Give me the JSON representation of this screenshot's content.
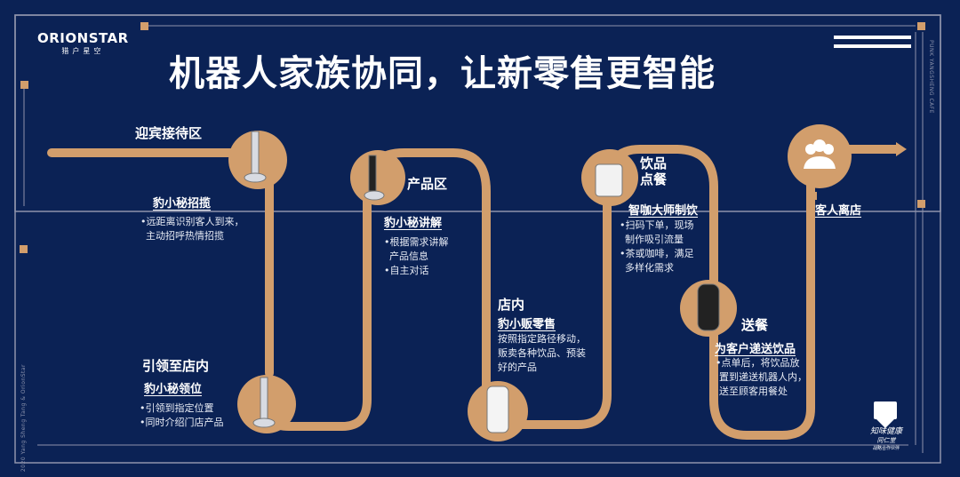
{
  "logo": {
    "brand": "ORIONSTAR",
    "cn": "猎户星空"
  },
  "title": "机器人家族协同，让新零售更智能",
  "side_text_right": "PUNK YANGSHENG CAFE",
  "side_text_left": "2020 Yang Sheng Tang & OrionStar",
  "partner_logo": {
    "name": "知味健康",
    "sub": "同仁堂",
    "caption": "战略合作伙伴"
  },
  "colors": {
    "background": "#0b2255",
    "accent": "#d29e6c"
  },
  "stages": [
    {
      "title": "迎宾接待区",
      "robot": "豹小秘招揽",
      "points": [
        "•远距离识别客人到来，",
        "主动招呼热情招揽"
      ]
    },
    {
      "title": "引领至店内",
      "robot": "豹小秘领位",
      "points": [
        "•引领到指定位置",
        "•同时介绍门店产品"
      ]
    },
    {
      "title": "产品区",
      "robot": "豹小秘讲解",
      "points": [
        "•根据需求讲解",
        "产品信息",
        "•自主对话"
      ]
    },
    {
      "title": "店内",
      "robot": "豹小贩零售",
      "points": [
        "按照指定路径移动，",
        "贩卖各种饮品、预装",
        "好的产品"
      ]
    },
    {
      "title": "饮品\n点餐",
      "title_lines": [
        "饮品",
        "点餐"
      ],
      "robot": "智咖大师制饮",
      "points": [
        "•扫码下单，现场",
        "制作吸引流量",
        "•茶或咖啡，满足",
        "多样化需求"
      ]
    },
    {
      "title": "送餐",
      "robot": "为客户递送饮品",
      "points": [
        "•点单后，将饮品放",
        "置到递送机器人内，",
        "送至顾客用餐处"
      ]
    },
    {
      "title": "客人离店"
    }
  ]
}
